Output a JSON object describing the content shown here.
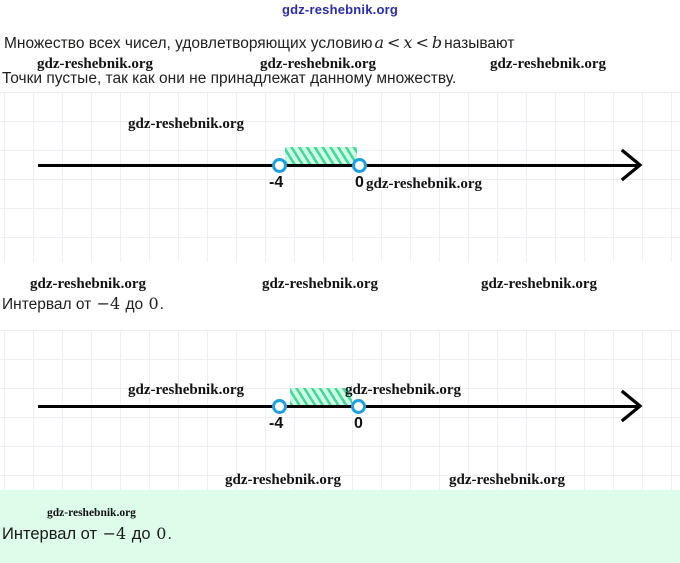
{
  "watermark": {
    "text": "gdz-reshebnik.org",
    "top_color": "#2b2bb0"
  },
  "intro": {
    "line1_before": "Множество всех чисел, удовлетворяющих условию",
    "math_a": "a",
    "math_op1": "<",
    "math_x": "x",
    "math_op2": "<",
    "math_b": "b",
    "line1_after": "называют",
    "line2": "Точки пустые, так как они не принадлежат данному множеству."
  },
  "overlay_watermarks": {
    "row1": [
      "gdz-reshebnik.org",
      "gdz-reshebnik.org",
      "gdz-reshebnik.org"
    ],
    "line1_left": "gdz-reshebnik.org",
    "line1_right": "gdz-reshebnik.org",
    "line2_left": "gdz-reshebnik.org",
    "line2_right": "gdz-reshebnik.org",
    "mid_left": "gdz-reshebnik.org",
    "mid_center": "gdz-reshebnik.org",
    "mid_right": "gdz-reshebnik.org",
    "lower_left": "gdz-reshebnik.org",
    "lower_right": "gdz-reshebnik.org",
    "green_small": "gdz-reshebnik.org"
  },
  "number_line_one": {
    "left_label": "-4",
    "right_label": "0",
    "left_endpoint_type": "open",
    "right_endpoint_type": "open",
    "hatch_color": "#3ddc97",
    "endpoint_color": "#1e9fe0",
    "arrow": "right-arrow"
  },
  "number_line_two": {
    "left_label": "-4",
    "right_label": "0",
    "left_endpoint_type": "open",
    "right_endpoint_type": "open",
    "hatch_color": "#3ddc97",
    "endpoint_color": "#1e9fe0",
    "arrow": "right-arrow"
  },
  "mid_caption": {
    "prefix": "Интервал от ",
    "from": "−4",
    "middle": " до ",
    "to": "0",
    "suffix": "."
  },
  "bottom_caption": {
    "prefix": "Интервал от ",
    "from": "−4",
    "middle": " до ",
    "to": "0",
    "suffix": ".",
    "background": "#ddfcea"
  }
}
